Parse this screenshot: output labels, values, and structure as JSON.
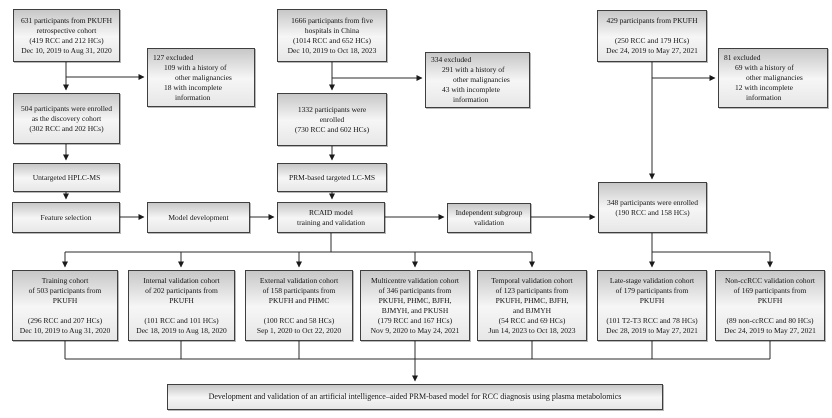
{
  "diagram": {
    "nodes": {
      "p631": {
        "lines": [
          "631 participants from PKUFH",
          "retrospective cohort",
          "(419 RCC and 212 HCs)",
          "Dec 10, 2019 to Aug 31, 2020"
        ]
      },
      "ex127": {
        "lines": [
          "127 excluded",
          "109 with a history of",
          "other malignancies",
          "18 with incomplete",
          "information"
        ]
      },
      "p504": {
        "lines": [
          "504 participants were enrolled",
          "as the discovery cohort",
          "(302 RCC and 202 HCs)"
        ]
      },
      "hplc": {
        "lines": [
          "Untargeted HPLC-MS"
        ]
      },
      "feat": {
        "lines": [
          "Feature selection"
        ]
      },
      "modeldev": {
        "lines": [
          "Model development"
        ]
      },
      "p1666": {
        "lines": [
          "1666 participants from five",
          "hospitals in China",
          "(1014 RCC and 652 HCs)",
          "Dec 10, 2019 to Oct 18, 2023"
        ]
      },
      "ex334": {
        "lines": [
          "334 excluded",
          "291 with a history of",
          "other malignancies",
          "43 with incomplete",
          "information"
        ]
      },
      "p1332": {
        "lines": [
          "1332 participants were",
          "enrolled",
          "(730 RCC and 602 HCs)"
        ]
      },
      "prm": {
        "lines": [
          "PRM-based targeted LC-MS"
        ]
      },
      "rcaid": {
        "lines": [
          "RCAID model",
          "training and validation"
        ]
      },
      "indep": {
        "lines": [
          "Independent subgroup",
          "validation"
        ]
      },
      "p429": {
        "lines": [
          "429 participants from PKUFH",
          "",
          "(250 RCC and 179 HCs)",
          "Dec 24, 2019 to May 27, 2021"
        ]
      },
      "ex81": {
        "lines": [
          "81 excluded",
          "69 with a history of",
          "other malignancies",
          "12 with incomplete",
          "information"
        ]
      },
      "p348": {
        "lines": [
          "348 participants were enrolled",
          "(190 RCC and 158 HCs)"
        ]
      },
      "b1": {
        "lines": [
          "Training cohort",
          "of 503 participants from",
          "PKUFH",
          "",
          "(296 RCC and 207 HCs)",
          "Dec 10, 2019 to Aug 31, 2020"
        ]
      },
      "b2": {
        "lines": [
          "Internal validation cohort",
          "of 202 participants from",
          "PKUFH",
          "",
          "(101 RCC and 101 HCs)",
          "Dec 18, 2019 to Aug 18, 2020"
        ]
      },
      "b3": {
        "lines": [
          "External validation cohort",
          "of 158 participants from",
          "PKUFH and PHMC",
          "",
          "(100 RCC and 58 HCs)",
          "Sep 1, 2020 to Oct 22, 2020"
        ]
      },
      "b4": {
        "lines": [
          "Multicentre validation cohort",
          "of 346 participants from",
          "PKUFH, PHMC, BJFH,",
          "BJMYH, and PKUSH",
          "(179 RCC and 167 HCs)",
          "Nov 9, 2020 to May 24, 2021"
        ]
      },
      "b5": {
        "lines": [
          "Temporal validation cohort",
          "of 123 participants from",
          "PKUFH, PHMC, BJFH,",
          "and BJMYH",
          "(54 RCC and 69 HCs)",
          "Jun 14, 2023 to Oct 18, 2023"
        ]
      },
      "b6": {
        "lines": [
          "Late-stage validation cohort",
          "of 179 participants from",
          "PKUFH",
          "",
          "(101 T2-T3 RCC and 78 HCs)",
          "Dec 28, 2019 to May 27, 2021"
        ]
      },
      "b7": {
        "lines": [
          "Non-ccRCC validation cohort",
          "of 169 participants from",
          "PKUFH",
          "",
          "(89 non-ccRCC and 80 HCs)",
          "Dec 24, 2019 to May 27, 2021"
        ]
      },
      "final": {
        "lines": [
          "Development and validation of an artificial intelligence–aided PRM-based model for RCC diagnosis using plasma metabolomics"
        ]
      }
    },
    "colors": {
      "box_border": "#3f3f3f",
      "box_fill_top": "#c7c7c7",
      "box_fill_bottom": "#e7e7e7",
      "arrow": "#1a1a1a"
    }
  }
}
